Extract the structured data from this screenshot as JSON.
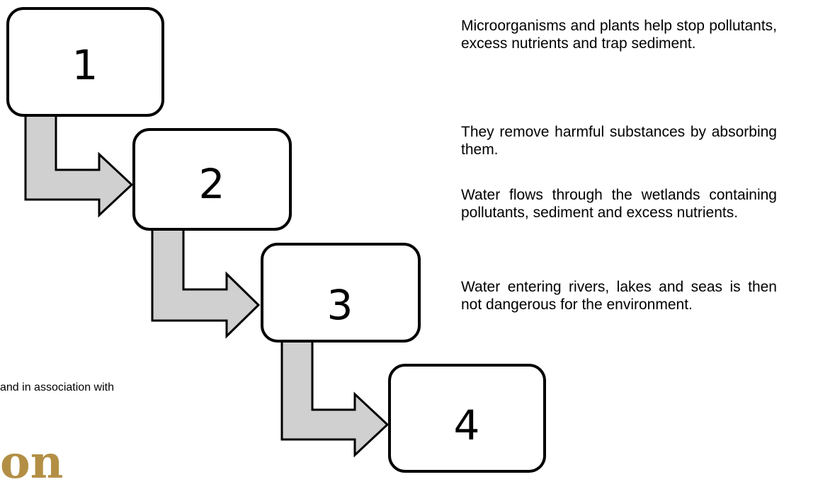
{
  "steps": [
    {
      "number": "1"
    },
    {
      "number": "2"
    },
    {
      "number": "3"
    },
    {
      "number": "4"
    }
  ],
  "statements": [
    "Microorganisms and plants help stop pollutants, excess nutrients and trap sediment.",
    "They remove harmful substances by absorbing them.",
    "Water flows through the wetlands containing pollutants, sediment and excess nutrients.",
    "Water entering rivers, lakes and seas is then not dangerous for the environment."
  ],
  "footer": {
    "association_text": "and in association with",
    "logo_text": "on"
  },
  "colors": {
    "arrow_fill": "#d0d0d0",
    "box_stroke": "#000000",
    "logo_color": "#b38f45"
  }
}
